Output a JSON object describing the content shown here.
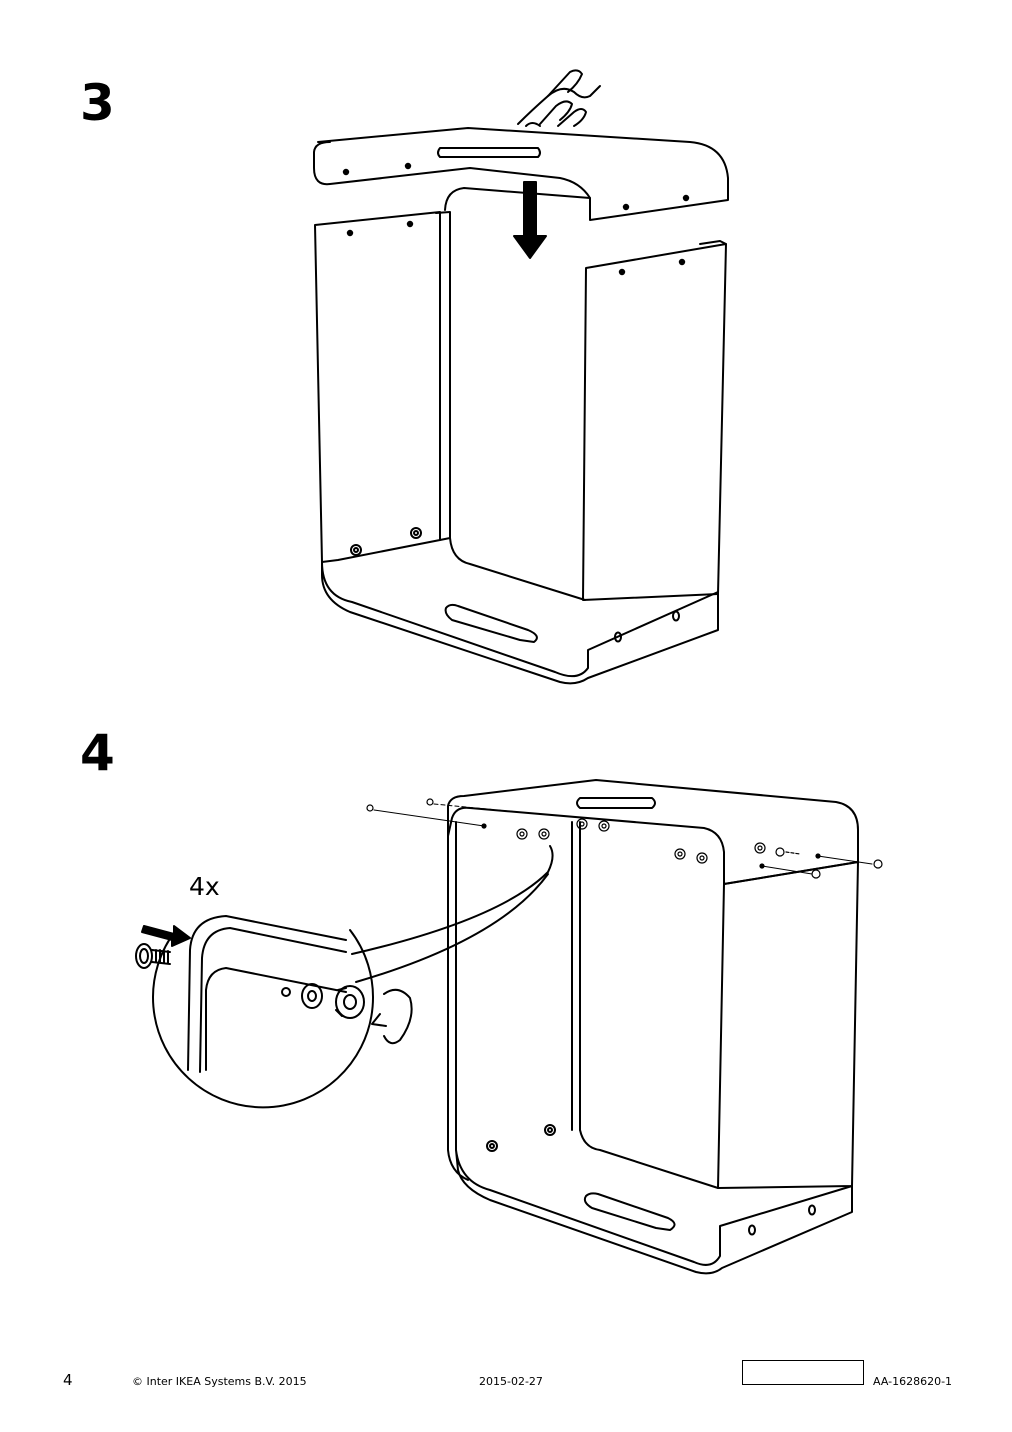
{
  "steps": [
    {
      "number": "3"
    },
    {
      "number": "4",
      "quantity_label": "4x"
    }
  ],
  "footer": {
    "page_number": "4",
    "copyright": "© Inter IKEA Systems B.V. 2015",
    "date": "2015-02-27",
    "document_code": "AA-1628620-1"
  },
  "icons": [
    "hand-press-icon",
    "down-arrow-icon",
    "push-arrow-icon",
    "rotate-arrow-icon"
  ]
}
